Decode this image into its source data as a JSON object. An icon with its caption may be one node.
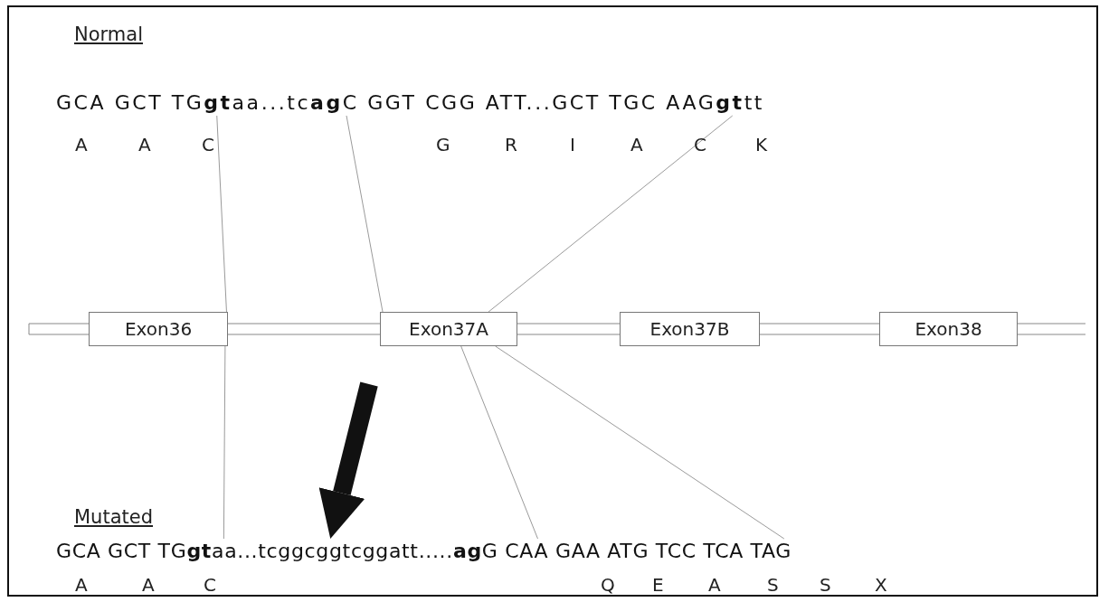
{
  "diagram": {
    "nodes": [
      {
        "text": [
          "GCA GCT TG**gt**aa...tc**ag**C GGT CGG ATT...GCT TGC AAG**gt**tt"
        ]
      },
      {
        "text": [
          "Exon36"
        ]
      },
      {
        "text": [
          "Exon37A"
        ]
      },
      {
        "text": [
          "Exon37B"
        ]
      },
      {
        "text": [
          "Exon38"
        ]
      },
      {
        "text": [
          "GCA GCT TG**gt**aa...tcggcggtcggatt.....**ag**G CAA GAA ATG TCC TCA TAG"
        ]
      }
    ],
    "edges": [
      {
        "from": 0,
        "to": 1,
        "arrow": "none"
      },
      {
        "from": 0,
        "to": 2,
        "arrow": "none"
      },
      {
        "from": 0,
        "to": 2,
        "arrow": "none"
      },
      {
        "from": 1,
        "to": 5,
        "arrow": "none"
      },
      {
        "from": 2,
        "to": 5,
        "arrow": "none"
      },
      {
        "from": 2,
        "to": 5,
        "arrow": "none"
      },
      {
        "from": null,
        "to": 5,
        "arrow": "to",
        "style": "thick",
        "color": "#111111"
      }
    ],
    "labels": [
      "Normal",
      "A",
      "A",
      "C",
      "G",
      "R",
      "I",
      "A",
      "C",
      "K",
      "Mutated",
      "A",
      "A",
      "C",
      "Q",
      "E",
      "A",
      "S",
      "S",
      "X"
    ]
  }
}
